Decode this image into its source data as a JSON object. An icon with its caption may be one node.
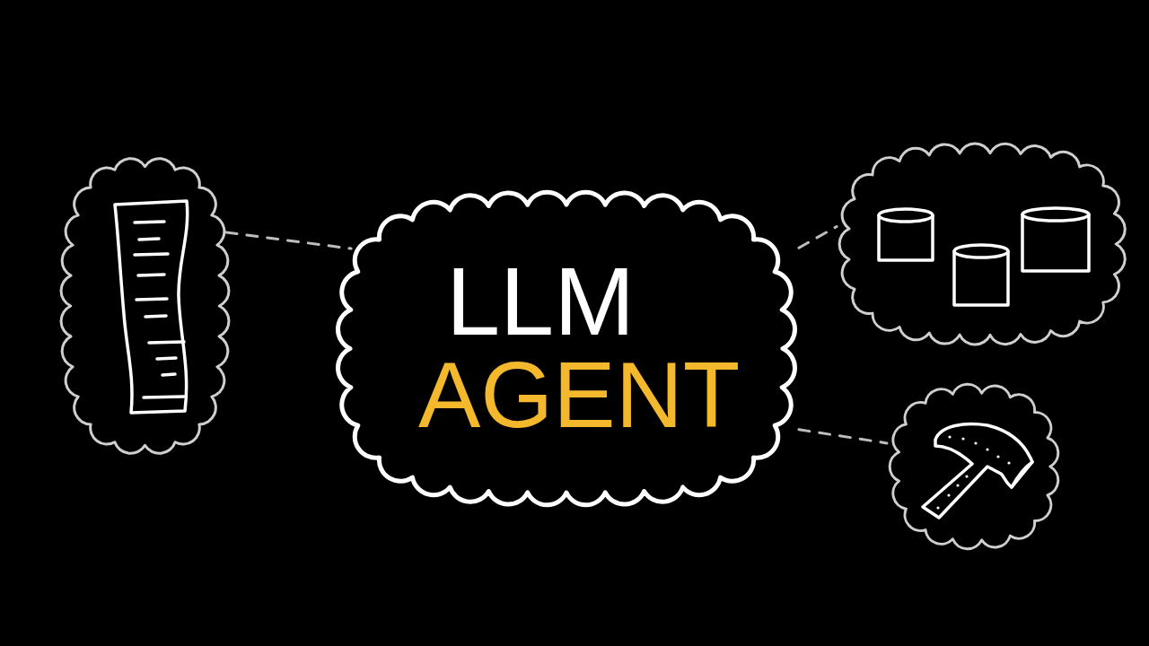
{
  "diagram": {
    "nodes": [
      {
        "text": [],
        "shape": "cloud"
      },
      {
        "text": [
          "LLM",
          "AGENT"
        ]
      },
      {
        "text": [],
        "shape": "cloud"
      },
      {
        "text": [],
        "shape": "cloud"
      }
    ],
    "edges": [
      {
        "from": 0,
        "to": 1,
        "arrow": "none",
        "style": "dashed"
      },
      {
        "from": 1,
        "to": 2,
        "arrow": "none",
        "style": "dashed"
      },
      {
        "from": 1,
        "to": 3,
        "arrow": "none",
        "style": "dashed"
      }
    ]
  }
}
